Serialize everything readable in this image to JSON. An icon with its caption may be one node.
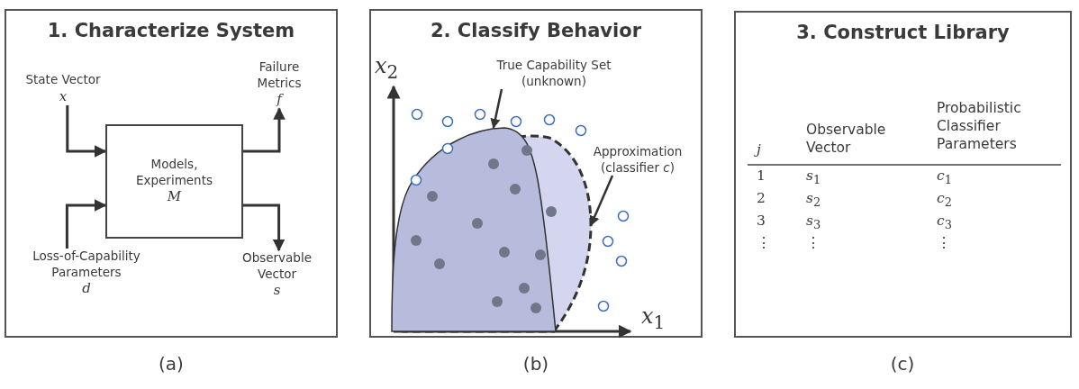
{
  "diagram": {
    "nodes": [
      {
        "text": [
          "1. Characterize System"
        ],
        "beside": [
          "(a)"
        ]
      },
      {
        "text": [
          "State Vector",
          "x"
        ],
        "in": 0
      },
      {
        "text": [
          "Failure Metrics",
          "f"
        ],
        "in": 0
      },
      {
        "text": [
          "Models, Experiments",
          "M"
        ],
        "in": 0
      },
      {
        "text": [
          "Loss-of-Capability Parameters",
          "d"
        ],
        "in": 0
      },
      {
        "text": [
          "Observable Vector",
          "s"
        ],
        "in": 0
      },
      {
        "text": [
          "2. Classify Behavior"
        ],
        "beside": [
          "(b)"
        ]
      },
      {
        "text": [
          "True Capability Set (unknown)"
        ],
        "in": 6
      },
      {
        "text": [
          "Approximation (classifier *c*)"
        ],
        "in": 6
      },
      {
        "text": [],
        "shape": "region",
        "in": 6
      },
      {
        "text": [],
        "shape": "region",
        "in": 6
      },
      {
        "text": [
          "3. Construct Library"
        ],
        "beside": [
          "(c)"
        ]
      }
    ],
    "edges": [
      {
        "from": 1,
        "to": 3,
        "arrow": "to"
      },
      {
        "from": 4,
        "to": 3,
        "arrow": "to"
      },
      {
        "from": 3,
        "to": 2,
        "arrow": "to"
      },
      {
        "from": 3,
        "to": 5,
        "arrow": "to"
      },
      {
        "from": 7,
        "to": 9,
        "arrow": "to"
      },
      {
        "from": 8,
        "to": 10,
        "arrow": "to"
      }
    ],
    "labels": [
      "*x*$_{2}$",
      "*x*$_{1}$",
      "*j*",
      "Observable Vector",
      "Probabilistic Classifier Parameters",
      "1",
      "*s*$_{1}$",
      "*c*$_{1}$",
      "2",
      "*s*$_{2}$",
      "*c*$_{2}$",
      "3",
      "*s*$_{3}$",
      "*c*$_{3}$",
      "⋮",
      "⋮",
      "⋮"
    ]
  }
}
